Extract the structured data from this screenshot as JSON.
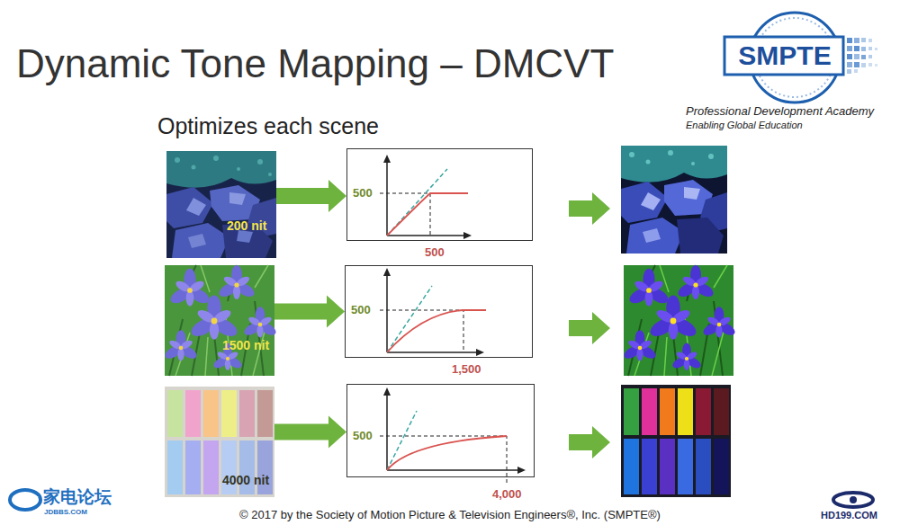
{
  "diagram": {
    "title": "Dynamic Tone Mapping – DMCVT",
    "caption": "© 2017 by the Society of Motion Picture & Television Engineers®, Inc. (SMPTE®)",
    "nodes": [
      {
        "text": [
          "200 nit"
        ]
      },
      {
        "text": [
          "500",
          "500"
        ]
      },
      {
        "text": [
          "1500 nit"
        ]
      },
      {
        "text": [
          "500",
          "1,500"
        ]
      },
      {
        "text": [
          "4000 nit"
        ]
      },
      {
        "text": [
          "500",
          "4,000"
        ]
      }
    ],
    "edges": [
      {
        "from": 0,
        "to": 1,
        "arrow": "to"
      },
      {
        "from": 2,
        "to": 3,
        "arrow": "to"
      },
      {
        "from": 4,
        "to": 5,
        "arrow": "to"
      }
    ],
    "labels": [
      "SMPTE",
      "Professional Development Academy",
      "Enabling Global Education",
      "Optimizes each scene",
      "家电论坛",
      "JDBBS.COM",
      "HD199.COM"
    ]
  }
}
